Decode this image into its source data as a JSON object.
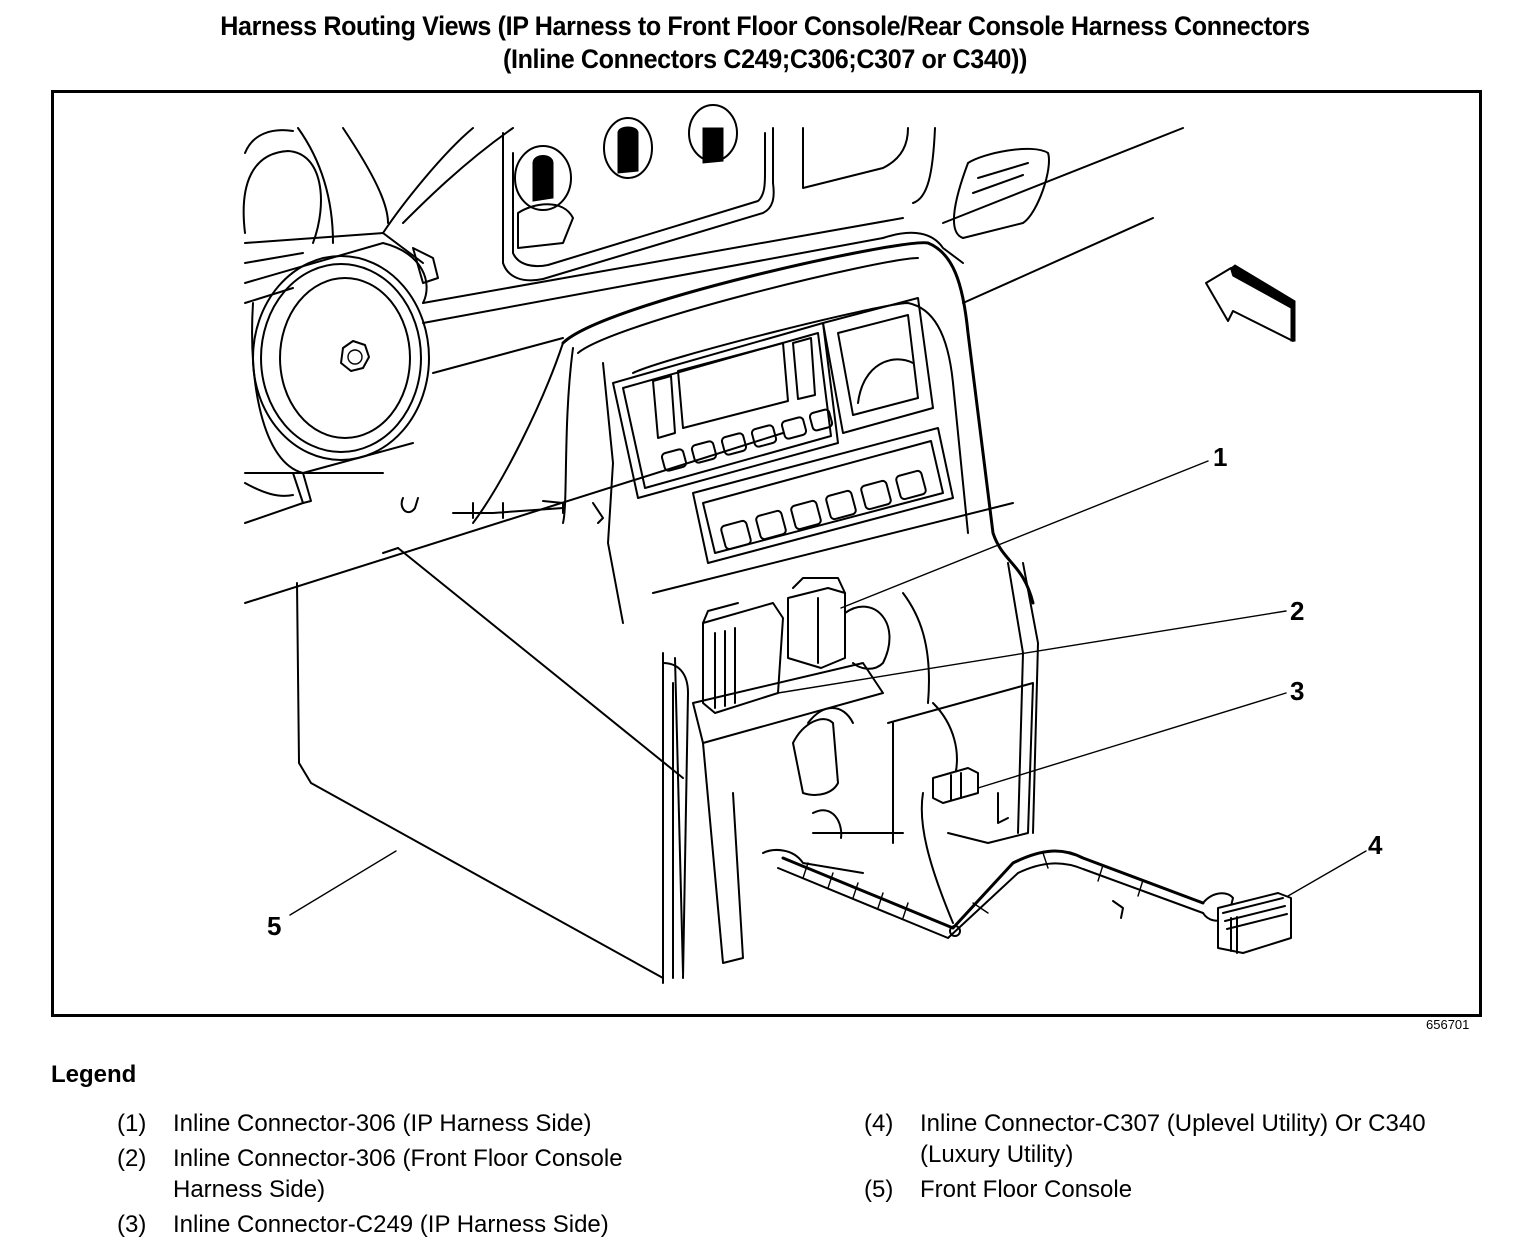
{
  "title": {
    "line1": "Harness Routing Views (IP Harness to Front Floor Console/Rear Console Harness Connectors",
    "line2": "(Inline Connectors C249;C306;C307 or C340))"
  },
  "figure": {
    "id": "656701",
    "view_arrow_icon": "view-direction-arrow-icon",
    "callouts": [
      {
        "number": "1",
        "target": "Inline Connector-306 (IP Harness Side)"
      },
      {
        "number": "2",
        "target": "Inline Connector-306 (Front Floor Console Harness Side)"
      },
      {
        "number": "3",
        "target": "Inline Connector-C249 (IP Harness Side)"
      },
      {
        "number": "4",
        "target": "Inline Connector-C307 / C340"
      },
      {
        "number": "5",
        "target": "Front Floor Console"
      }
    ]
  },
  "legend": {
    "heading": "Legend",
    "items": [
      {
        "num": "(1)",
        "text": "Inline Connector-306 (IP Harness Side)"
      },
      {
        "num": "(2)",
        "text": "Inline Connector-306 (Front Floor Console Harness Side)"
      },
      {
        "num": "(3)",
        "text": "Inline Connector-C249 (IP Harness Side)"
      },
      {
        "num": "(4)",
        "text": "Inline Connector-C307 (Uplevel Utility) Or C340 (Luxury Utility)"
      },
      {
        "num": "(5)",
        "text": "Front Floor Console"
      }
    ]
  }
}
